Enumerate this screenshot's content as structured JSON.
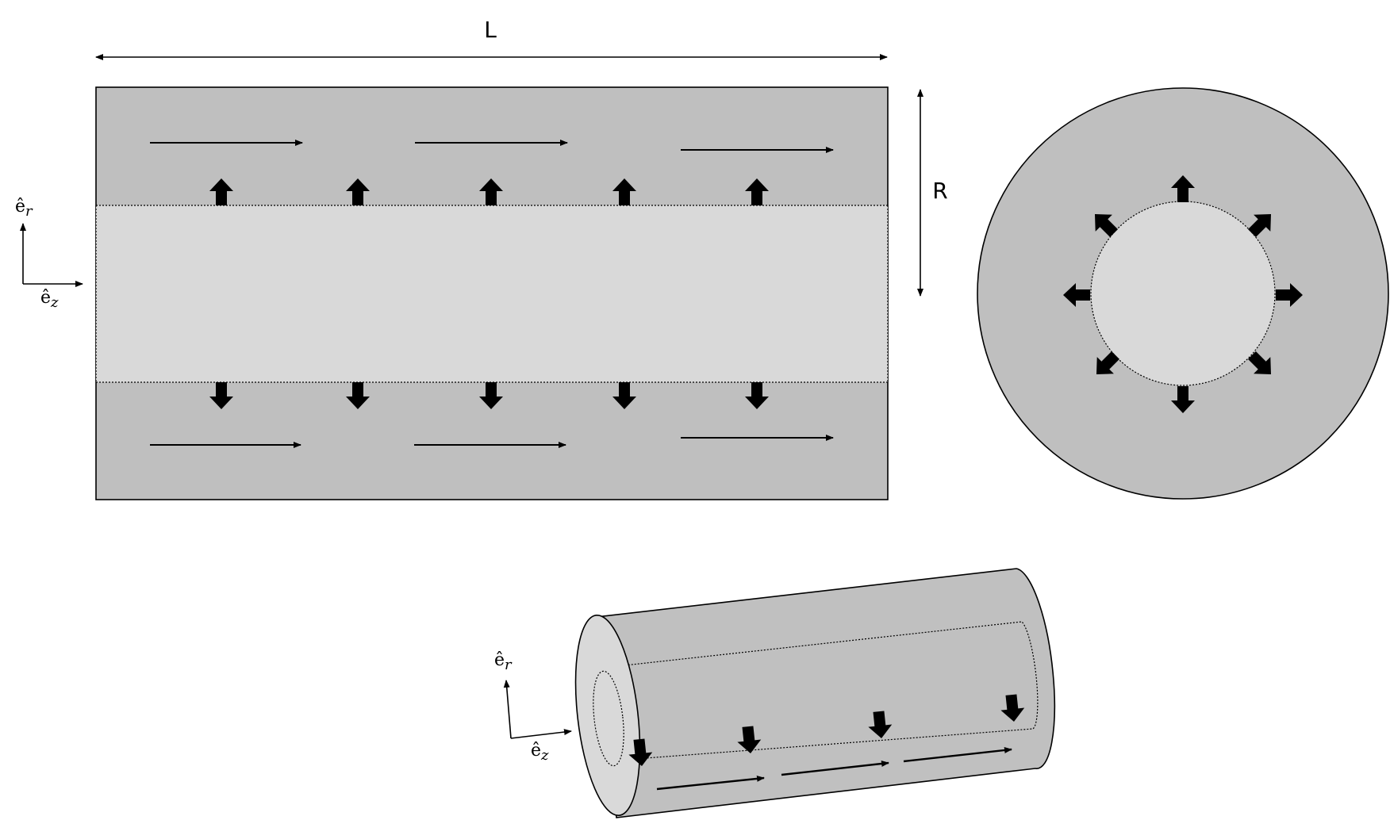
{
  "labels": {
    "length": "L",
    "radius": "R",
    "er_base": "ê",
    "er_sub": "r",
    "ez_base": "ê",
    "ez_sub": "z"
  },
  "colors": {
    "outer_annulus": "#bfbfbf",
    "inner_core": "#d9d9d9",
    "cylinder_body": "#c0c0c0",
    "cylinder_end": "#d9d9d9",
    "stroke": "#000000"
  },
  "icons": {
    "radial_flux": "block-arrow-icon",
    "axial_flow": "thin-arrow-icon"
  }
}
